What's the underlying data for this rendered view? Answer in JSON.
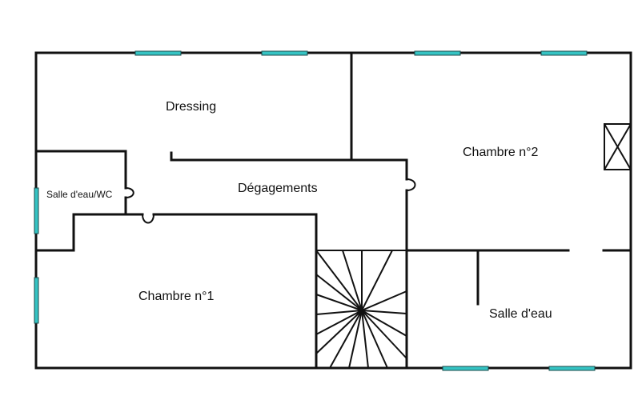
{
  "plan": {
    "rooms": {
      "dressing": "Dressing",
      "chambre2": "Chambre n°2",
      "degagements": "Dégagements",
      "salle_wc": "Salle d'eau/WC",
      "chambre1": "Chambre n°1",
      "salle_eau": "Salle d'eau"
    },
    "colors": {
      "wall": "#111111",
      "window": "#35c3c3",
      "background": "#ffffff"
    }
  }
}
